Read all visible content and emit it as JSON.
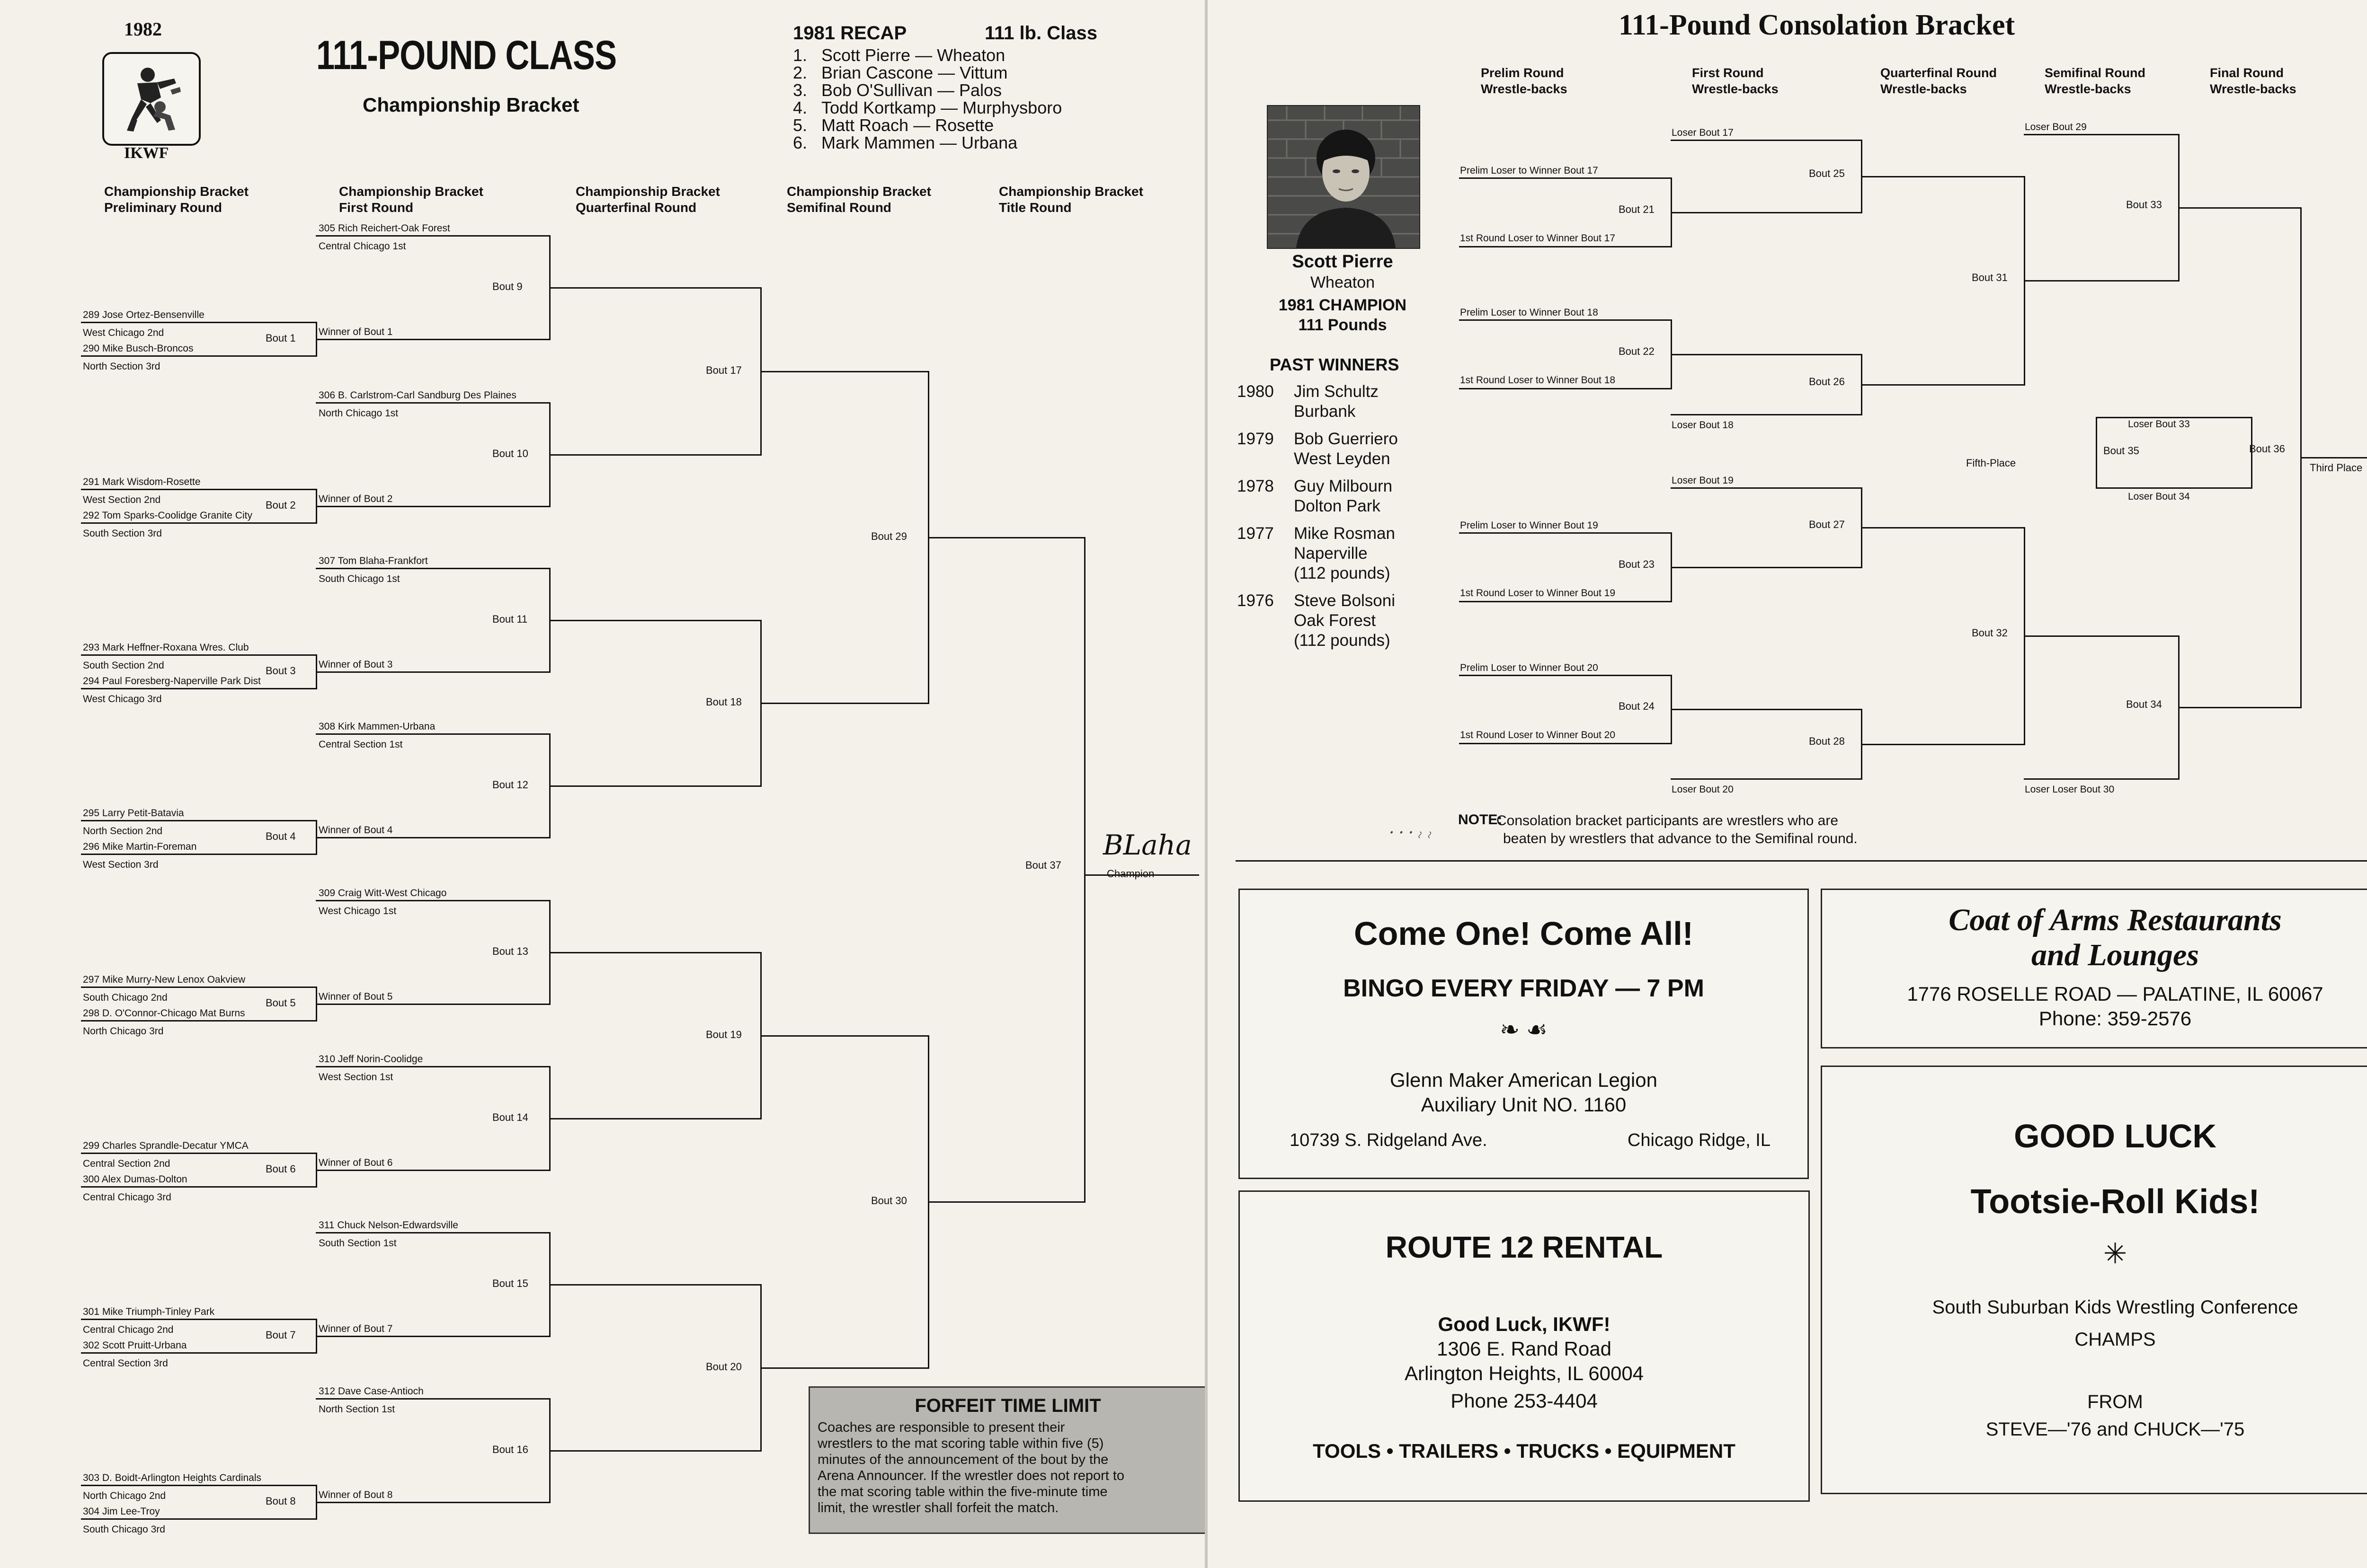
{
  "left": {
    "year": "1982",
    "org": "IKWF",
    "title": "111-POUND CLASS",
    "subtitle": "Championship Bracket",
    "recap": {
      "title": "1981 RECAP",
      "class": "111 lb. Class",
      "places": [
        {
          "n": "1.",
          "text": "Scott Pierre — Wheaton"
        },
        {
          "n": "2.",
          "text": "Brian Cascone — Vittum"
        },
        {
          "n": "3.",
          "text": "Bob O'Sullivan — Palos"
        },
        {
          "n": "4.",
          "text": "Todd Kortkamp — Murphysboro"
        },
        {
          "n": "5.",
          "text": "Matt Roach — Rosette"
        },
        {
          "n": "6.",
          "text": "Mark Mammen — Urbana"
        }
      ]
    },
    "round_headers": [
      {
        "line1": "Championship Bracket",
        "line2": "Preliminary Round"
      },
      {
        "line1": "Championship Bracket",
        "line2": "First Round"
      },
      {
        "line1": "Championship Bracket",
        "line2": "Quarterfinal Round"
      },
      {
        "line1": "Championship Bracket",
        "line2": "Semifinal Round"
      },
      {
        "line1": "Championship Bracket",
        "line2": "Title Round"
      }
    ],
    "groups": [
      {
        "bye": "305 Rich Reichert-Oak Forest",
        "bye_seed": "Central Chicago 1st",
        "p1": "289 Jose Ortez-Bensenville",
        "p1_seed": "West Chicago 2nd",
        "p2": "290 Mike Busch-Broncos",
        "p2_seed": "North Section 3rd",
        "prelim_bout": "Bout 1",
        "winner": "Winner of Bout 1",
        "first_bout": "Bout 9"
      },
      {
        "bye": "306 B. Carlstrom-Carl Sandburg Des Plaines",
        "bye_seed": "North Chicago 1st",
        "p1": "291 Mark Wisdom-Rosette",
        "p1_seed": "West Section 2nd",
        "p2": "292 Tom Sparks-Coolidge Granite City",
        "p2_seed": "South Section 3rd",
        "prelim_bout": "Bout 2",
        "winner": "Winner of Bout 2",
        "first_bout": "Bout 10"
      },
      {
        "bye": "307 Tom Blaha-Frankfort",
        "bye_seed": "South Chicago 1st",
        "p1": "293 Mark Heffner-Roxana Wres. Club",
        "p1_seed": "South Section 2nd",
        "p2": "294 Paul Foresberg-Naperville Park Dist",
        "p2_seed": "West Chicago 3rd",
        "prelim_bout": "Bout 3",
        "winner": "Winner of Bout 3",
        "first_bout": "Bout 11"
      },
      {
        "bye": "308 Kirk Mammen-Urbana",
        "bye_seed": "Central Section 1st",
        "p1": "295 Larry Petit-Batavia",
        "p1_seed": "North Section 2nd",
        "p2": "296 Mike Martin-Foreman",
        "p2_seed": "West Section 3rd",
        "prelim_bout": "Bout 4",
        "winner": "Winner of Bout 4",
        "first_bout": "Bout 12"
      },
      {
        "bye": "309 Craig Witt-West Chicago",
        "bye_seed": "West Chicago 1st",
        "p1": "297 Mike Murry-New Lenox Oakview",
        "p1_seed": "South Chicago 2nd",
        "p2": "298 D. O'Connor-Chicago Mat Burns",
        "p2_seed": "North Chicago 3rd",
        "prelim_bout": "Bout 5",
        "winner": "Winner of Bout 5",
        "first_bout": "Bout 13"
      },
      {
        "bye": "310 Jeff Norin-Coolidge",
        "bye_seed": "West Section 1st",
        "p1": "299 Charles Sprandle-Decatur YMCA",
        "p1_seed": "Central Section 2nd",
        "p2": "300 Alex Dumas-Dolton",
        "p2_seed": "Central Chicago 3rd",
        "prelim_bout": "Bout 6",
        "winner": "Winner of Bout 6",
        "first_bout": "Bout 14"
      },
      {
        "bye": "311 Chuck Nelson-Edwardsville",
        "bye_seed": "South Section 1st",
        "p1": "301 Mike Triumph-Tinley Park",
        "p1_seed": "Central Chicago 2nd",
        "p2": "302 Scott Pruitt-Urbana",
        "p2_seed": "Central Section 3rd",
        "prelim_bout": "Bout 7",
        "winner": "Winner of Bout 7",
        "first_bout": "Bout 15"
      },
      {
        "bye": "312 Dave Case-Antioch",
        "bye_seed": "North Section 1st",
        "p1": "303 D. Boidt-Arlington Heights Cardinals",
        "p1_seed": "North Chicago 2nd",
        "p2": "304 Jim Lee-Troy",
        "p2_seed": "South Chicago 3rd",
        "prelim_bout": "Bout 8",
        "winner": "Winner of Bout 8",
        "first_bout": "Bout 16"
      }
    ],
    "quarter_bouts": [
      "Bout 17",
      "Bout 18",
      "Bout 19",
      "Bout 20"
    ],
    "semi_bouts": [
      "Bout 29",
      "Bout 30"
    ],
    "final_bout": "Bout 37",
    "champion_label": "Champion",
    "champion_handwritten": "BLaha",
    "forfeit": {
      "title": "FORFEIT TIME LIMIT",
      "lines": [
        "Coaches are responsible to present their",
        "wrestlers to the mat scoring table within five (5)",
        "minutes of the announcement of the bout by the",
        "Arena Announcer. If the wrestler does not report to",
        "the mat scoring table within the five-minute time",
        "limit, the wrestler shall forfeit the match."
      ]
    }
  },
  "right": {
    "title": "111-Pound Consolation Bracket",
    "round_headers": [
      {
        "line1": "Prelim Round",
        "line2": "Wrestle-backs"
      },
      {
        "line1": "First Round",
        "line2": "Wrestle-backs"
      },
      {
        "line1": "Quarterfinal Round",
        "line2": "Wrestle-backs"
      },
      {
        "line1": "Semifinal Round",
        "line2": "Wrestle-backs"
      },
      {
        "line1": "Final Round",
        "line2": "Wrestle-backs"
      }
    ],
    "prelim": [
      {
        "top": "Prelim Loser to Winner Bout 17",
        "bout": "Bout 21",
        "bottom": "1st Round Loser to Winner Bout 17"
      },
      {
        "top": "Prelim Loser to Winner Bout 18",
        "bout": "Bout 22",
        "bottom": "1st Round Loser to Winner Bout 18"
      },
      {
        "top": "Prelim Loser to Winner Bout 19",
        "bout": "Bout 23",
        "bottom": "1st Round Loser to Winner Bout 19"
      },
      {
        "top": "Prelim Loser to Winner Bout 20",
        "bout": "Bout 24",
        "bottom": "1st Round Loser to Winner Bout 20"
      }
    ],
    "first": [
      {
        "top": "Loser Bout 17",
        "bout": "Bout 25"
      },
      {
        "bottom": "Loser Bout 18",
        "bout": "Bout 26"
      },
      {
        "top": "Loser Bout 19",
        "bout": "Bout 27"
      },
      {
        "bottom": "Loser Bout 20",
        "bout": "Bout 28"
      }
    ],
    "quarter_bouts": [
      "Bout 31",
      "Bout 32"
    ],
    "semi": [
      {
        "label": "Loser Bout 29",
        "bout": "Bout 33"
      },
      {
        "label": "Loser Loser Bout 30",
        "bout": "Bout 34"
      }
    ],
    "fifth": {
      "label": "Fifth-Place",
      "bout": "Bout 35",
      "top": "Loser Bout 33",
      "bottom": "Loser Bout 34"
    },
    "third": {
      "label": "Third Place",
      "bout": "Bout 36"
    },
    "note_label": "NOTE:",
    "note_lines": [
      "Consolation bracket participants are wrestlers who are",
      "beaten by wrestlers that advance to the Semifinal round."
    ],
    "champion": {
      "name": "Scott Pierre",
      "school": "Wheaton",
      "title": "1981 CHAMPION",
      "weight": "111 Pounds"
    },
    "past_winners_title": "PAST WINNERS",
    "past_winners": [
      {
        "year": "1980",
        "lines": [
          "Jim Schultz",
          "Burbank"
        ]
      },
      {
        "year": "1979",
        "lines": [
          "Bob Guerriero",
          "West Leyden"
        ]
      },
      {
        "year": "1978",
        "lines": [
          "Guy Milbourn",
          "Dolton Park"
        ]
      },
      {
        "year": "1977",
        "lines": [
          "Mike Rosman",
          "Naperville",
          "(112 pounds)"
        ]
      },
      {
        "year": "1976",
        "lines": [
          "Steve Bolsoni",
          "Oak Forest",
          "(112 pounds)"
        ]
      }
    ],
    "ads": {
      "bingo": {
        "headline": "Come One!   Come All!",
        "sub": "BINGO EVERY FRIDAY — 7 PM",
        "line1": "Glenn Maker American Legion",
        "line2": "Auxiliary Unit NO. 1160",
        "address": "10739 S. Ridgeland Ave.",
        "city": "Chicago Ridge, IL"
      },
      "coat": {
        "name1": "Coat of Arms Restaurants",
        "name2": "and Lounges",
        "address": "1776 ROSELLE ROAD — PALATINE, IL 60067",
        "phone": "Phone:  359-2576"
      },
      "route12": {
        "title": "ROUTE 12 RENTAL",
        "greeting": "Good Luck, IKWF!",
        "address": "1306 E. Rand Road",
        "city": "Arlington Heights, IL 60004",
        "phone": "Phone  253-4404",
        "services": "TOOLS • TRAILERS • TRUCKS • EQUIPMENT"
      },
      "goodluck": {
        "line1": "GOOD LUCK",
        "line2": "Tootsie-Roll Kids!",
        "line3": "South Suburban Kids Wrestling Conference",
        "line4": "CHAMPS",
        "line5": "FROM",
        "line6": "STEVE—'76 and CHUCK—'75"
      }
    }
  }
}
